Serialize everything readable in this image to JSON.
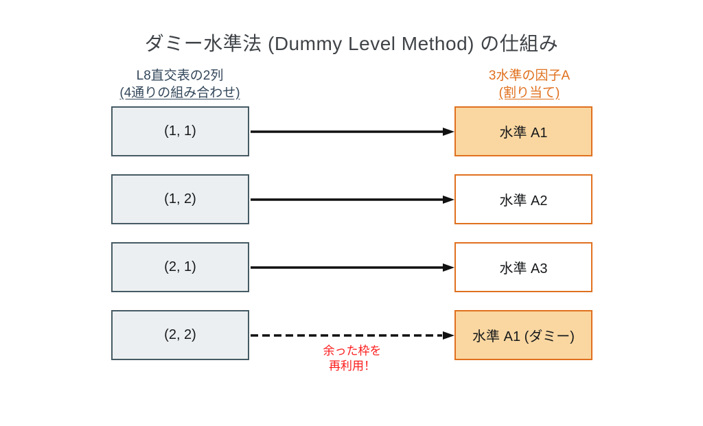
{
  "title": "ダミー水準法 (Dummy Level Method) の仕組み",
  "left_header": {
    "line1": "L8直交表の2列",
    "line2": "(4通りの組み合わせ)"
  },
  "right_header": {
    "line1": "3水準の因子A",
    "line2": "(割り当て)"
  },
  "rows": [
    {
      "left": "(1, 1)",
      "right": "水準 A1",
      "right_filled": true,
      "arrow": "solid"
    },
    {
      "left": "(1, 2)",
      "right": "水準 A2",
      "right_filled": false,
      "arrow": "solid"
    },
    {
      "left": "(2, 1)",
      "right": "水準 A3",
      "right_filled": false,
      "arrow": "solid"
    },
    {
      "left": "(2, 2)",
      "right": "水準 A1 (ダミー)",
      "right_filled": true,
      "arrow": "dashed"
    }
  ],
  "note": {
    "line1": "余った枠を",
    "line2": "再利用！"
  },
  "colors": {
    "title_text": "#3f4347",
    "left_header_text": "#33475b",
    "left_box_fill": "#eceff1",
    "left_box_border": "#455a64",
    "right_accent": "#e0701e",
    "right_box_fill": "#fad7a1",
    "note_text": "#fb1b1b",
    "arrow": "#111111"
  }
}
